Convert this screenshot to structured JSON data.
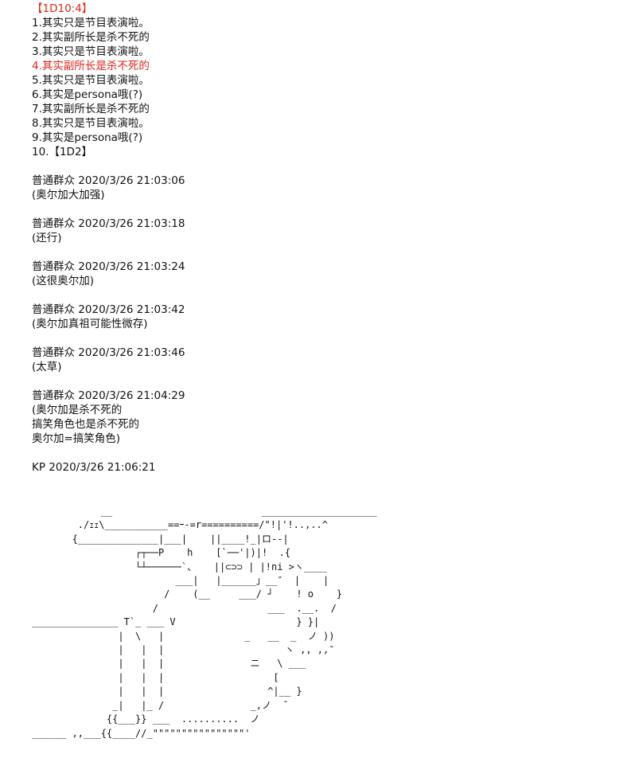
{
  "roll_header": "【1D10:4】",
  "options": [
    {
      "text": "1.其实只是节目表演啦。",
      "highlight": false
    },
    {
      "text": "2.其实副所长是杀不死的",
      "highlight": false
    },
    {
      "text": "3.其实只是节目表演啦。",
      "highlight": false
    },
    {
      "text": "4.其实副所长是杀不死的",
      "highlight": true
    },
    {
      "text": "5.其实只是节目表演啦。",
      "highlight": false
    },
    {
      "text": "6.其实是persona哦(?)",
      "highlight": false
    },
    {
      "text": "7.其实副所长是杀不死的",
      "highlight": false
    },
    {
      "text": "8.其实只是节目表演啦。",
      "highlight": false
    },
    {
      "text": "9.其实是persona哦(?)",
      "highlight": false
    },
    {
      "text": "10.【1D2】",
      "highlight": false
    }
  ],
  "comments": [
    {
      "author": "普通群众",
      "time": "2020/3/26 21:03:06",
      "lines": [
        "(奥尔加大加强)"
      ]
    },
    {
      "author": "普通群众",
      "time": "2020/3/26 21:03:18",
      "lines": [
        "(还行)"
      ]
    },
    {
      "author": "普通群众",
      "time": "2020/3/26 21:03:24",
      "lines": [
        "(这很奥尔加)"
      ]
    },
    {
      "author": "普通群众",
      "time": "2020/3/26 21:03:42",
      "lines": [
        "(奥尔加真祖可能性微存)"
      ]
    },
    {
      "author": "普通群众",
      "time": "2020/3/26 21:03:46",
      "lines": [
        "(太草)"
      ]
    },
    {
      "author": "普通群众",
      "time": "2020/3/26 21:04:29",
      "lines": [
        "(奥尔加是杀不死的",
        "搞笑角色也是杀不死的",
        "奥尔加=搞笑角色)"
      ]
    }
  ],
  "kp_author": "KP",
  "kp_time": "2020/3/26 21:06:21",
  "ascii_art": "            __                          ____________________\n        ./ｪｪ\\___________==ｰ-=r==========/\"!|'!..,..^\n       {______________|___|    ||____!_|ロ--|\n                  ┌┬──P    h    [`──'|)|!  .{\n                  └┴──────`、   ||⊂⊃⊃ | |!ni >ヽ____\n                         ___|   |______」__″  |    |\n                       /    (__     ___/ ┘    ! o    }\n                     /                   ___  .__.  /\n_______________ T`_ ___ V                     } }|\n               |  \\   |              _   __  _  ノ ))\n               |   |  |                     ヽ ,, ,,″\n               |   |  |               ニ   \\ ___\n               |   |  |                   [\n               |   |  |                  ^|__ }\n              _|   |_ /               _,ノ  ̄\n             {{___}} ___  ..........  ノ\n______ ,,___{{____//_\"\"\"\"\"\"\"\"\"\"\"\"\"\"\"\"'"
}
